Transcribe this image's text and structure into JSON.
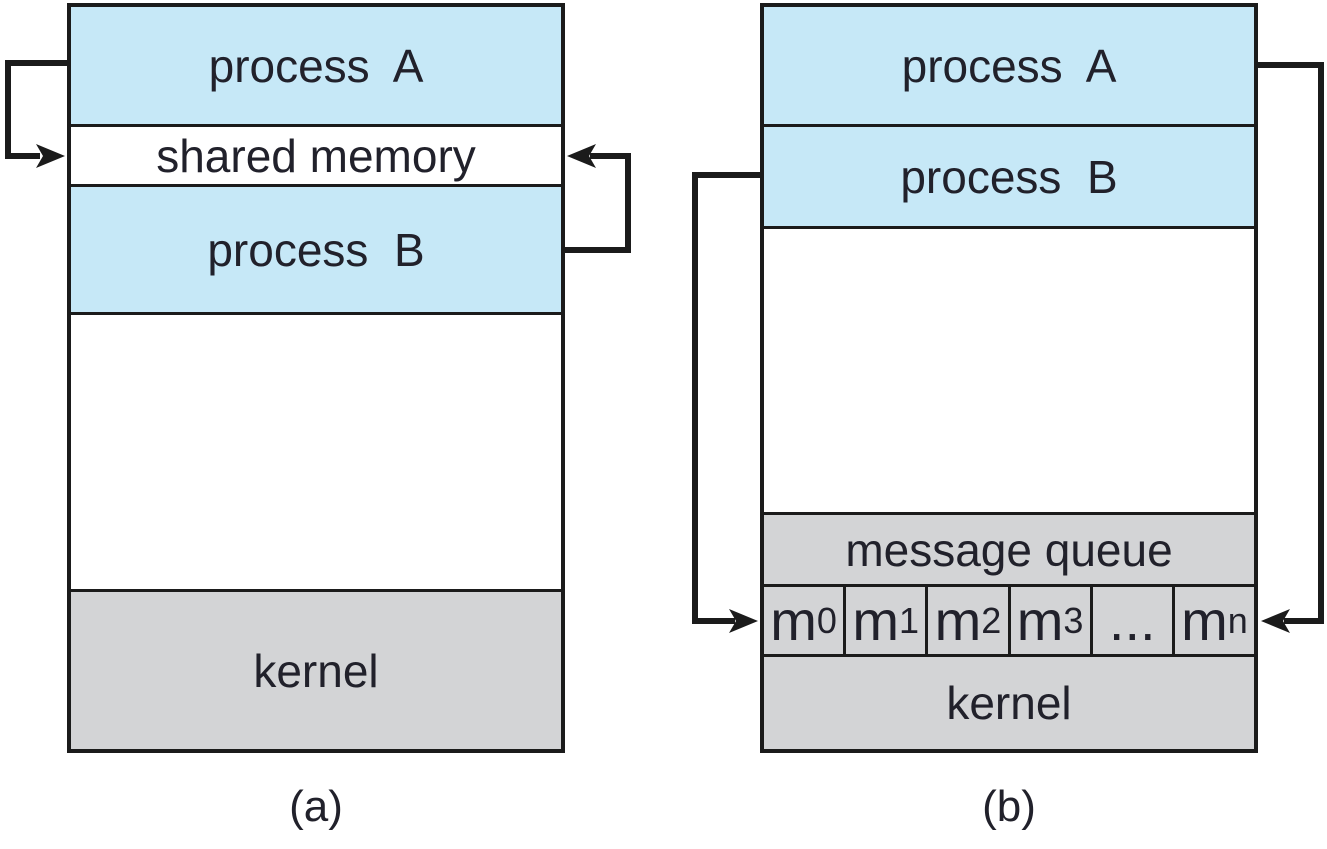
{
  "figure": {
    "panel_a": {
      "caption": "(a)",
      "process_a": "process  A",
      "shared_memory": "shared memory",
      "process_b": "process  B",
      "kernel": "kernel"
    },
    "panel_b": {
      "caption": "(b)",
      "process_a": "process  A",
      "process_b": "process  B",
      "message_queue": "message queue",
      "kernel": "kernel",
      "queue_cells": [
        {
          "base": "m",
          "sub": "0"
        },
        {
          "base": "m",
          "sub": "1"
        },
        {
          "base": "m",
          "sub": "2"
        },
        {
          "base": "m",
          "sub": "3"
        },
        {
          "base": "...",
          "sub": ""
        },
        {
          "base": "m",
          "sub": "n"
        }
      ]
    },
    "colors": {
      "process_fill": "#c6e8f7",
      "kernel_fill": "#d3d4d6",
      "line": "#1b1b1b",
      "text": "#21212b"
    }
  }
}
